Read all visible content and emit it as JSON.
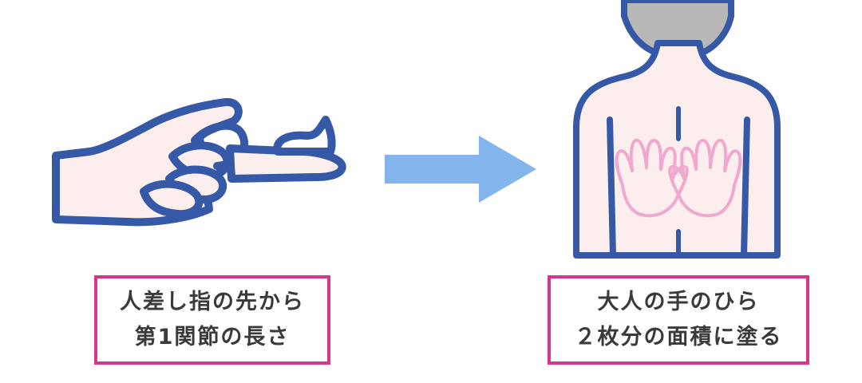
{
  "colors": {
    "outline_blue": "#3559a6",
    "skin": "#fdeeee",
    "hair_gray": "#b8b8b8",
    "arrow_blue": "#83b5ec",
    "handprint_pink": "#f0a8cf",
    "frame_magenta": "#d8368a",
    "text": "#3a3a3a"
  },
  "left_panel": {
    "icon": "finger-tip-unit-icon",
    "caption_line1": "人差し指の先から",
    "caption_line2": "第1関節の長さ"
  },
  "arrow": {
    "icon": "arrow-right-icon"
  },
  "right_panel": {
    "icon": "back-with-two-handprints-icon",
    "caption_line1": "大人の手のひら",
    "caption_line2": "２枚分の面積に塗る"
  }
}
